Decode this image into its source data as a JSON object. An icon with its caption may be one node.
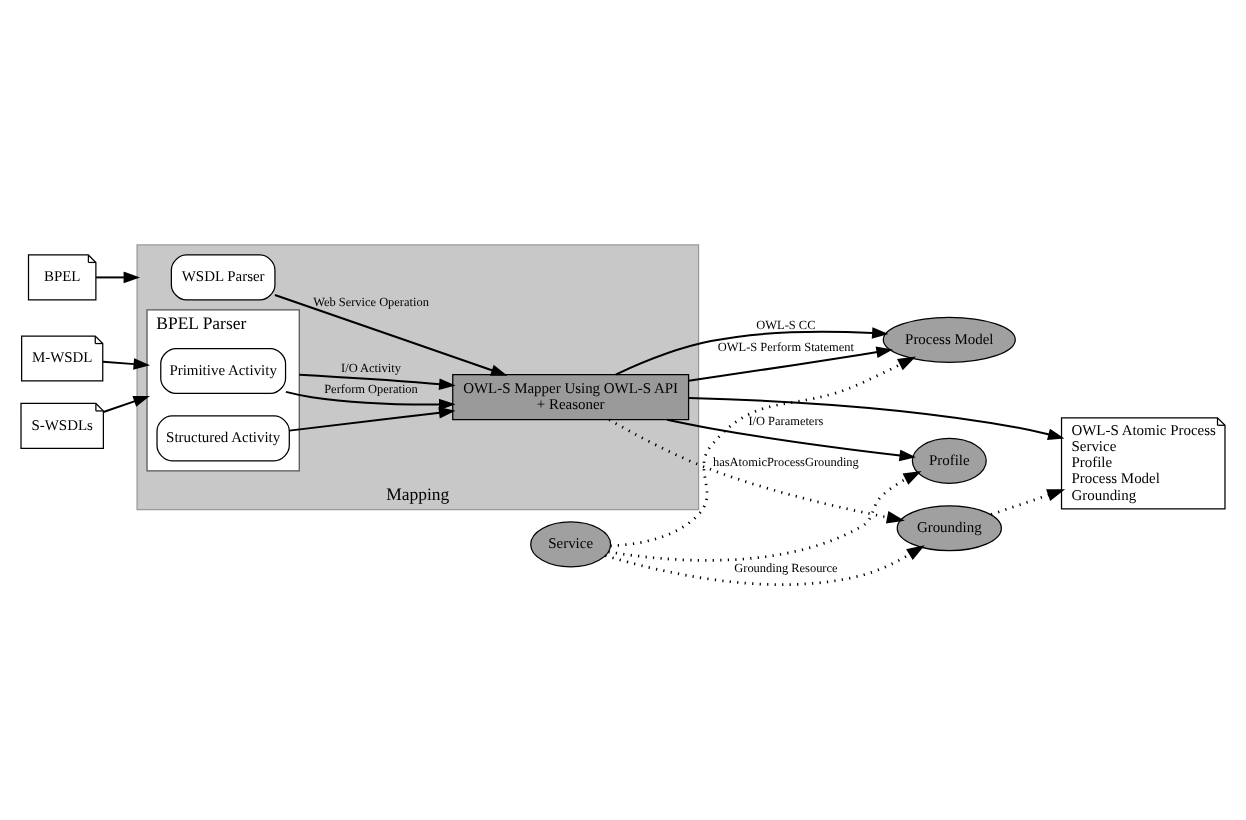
{
  "diagram": {
    "nodes": [
      {
        "text": [
          "Mapping"
        ]
      },
      {
        "text": [
          "WSDL Parser"
        ],
        "in": 0
      },
      {
        "text": [
          "BPEL Parser"
        ],
        "in": 0
      },
      {
        "text": [
          "Primitive Activity"
        ],
        "in": 2
      },
      {
        "text": [
          "Structured Activity"
        ],
        "in": 2
      },
      {
        "text": [
          "OWL-S Mapper Using OWL-S API",
          "+ Reasoner"
        ],
        "in": 0
      },
      {
        "text": [
          "BPEL"
        ]
      },
      {
        "text": [
          "M-WSDL"
        ]
      },
      {
        "text": [
          "S-WSDLs"
        ]
      },
      {
        "text": [
          "OWL-S Atomic Process",
          "Service",
          "Profile",
          "Process Model",
          "Grounding"
        ]
      },
      {
        "text": [
          "Grounding"
        ]
      },
      {
        "text": [
          "Process Model"
        ]
      },
      {
        "text": [
          "Service"
        ]
      },
      {
        "text": [
          "Profile"
        ]
      }
    ],
    "edges": [
      {
        "from": 6,
        "to": 0,
        "arrow": "to"
      },
      {
        "from": 7,
        "to": 2,
        "arrow": "to"
      },
      {
        "from": 8,
        "to": 2,
        "arrow": "to"
      },
      {
        "from": 1,
        "to": 5,
        "arrow": "to",
        "label": "Web Service Operation"
      },
      {
        "from": 5,
        "to": 9,
        "arrow": "to"
      },
      {
        "from": 3,
        "to": 5,
        "arrow": "to",
        "label": "Perform Operation"
      },
      {
        "from": 4,
        "to": 5,
        "arrow": "to"
      },
      {
        "from": 2,
        "to": 5,
        "arrow": "to",
        "label": "I/O Activity"
      },
      {
        "from": 5,
        "to": 10,
        "arrow": "to",
        "label": "hasAtomicProcessGrounding",
        "style": "dashed"
      },
      {
        "from": 5,
        "to": 11,
        "arrow": "to",
        "label": "OWL-S Perform Statement"
      },
      {
        "from": 5,
        "to": 11,
        "arrow": "to",
        "label": "OWL-S CC"
      },
      {
        "from": 5,
        "to": 13,
        "arrow": "to",
        "label": "I/O Parameters"
      },
      {
        "from": 10,
        "to": 9,
        "arrow": "to",
        "style": "dashed"
      },
      {
        "from": 12,
        "to": 10,
        "arrow": "to",
        "label": "Grounding Resource",
        "style": "dashed"
      },
      {
        "from": 12,
        "to": 11,
        "arrow": "to",
        "style": "dashed"
      },
      {
        "from": 12,
        "to": 13,
        "arrow": "to",
        "style": "dashed"
      }
    ]
  }
}
